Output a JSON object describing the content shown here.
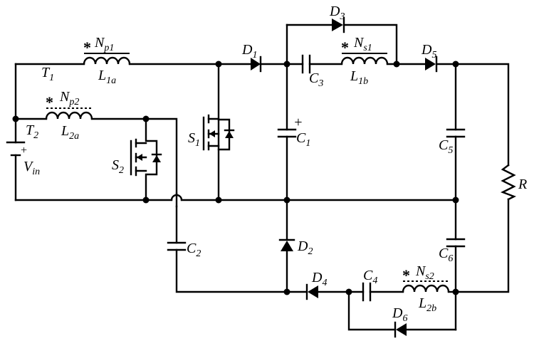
{
  "labels": {
    "Np1": {
      "main": "N",
      "sub": "p1"
    },
    "T1": {
      "main": "T",
      "sub": "1"
    },
    "L1a": {
      "main": "L",
      "sub": "1a"
    },
    "Np2": {
      "main": "N",
      "sub": "p2"
    },
    "T2": {
      "main": "T",
      "sub": "2"
    },
    "L2a": {
      "main": "L",
      "sub": "2a"
    },
    "Vin": {
      "main": "V",
      "sub": "in"
    },
    "S1": {
      "main": "S",
      "sub": "1"
    },
    "S2": {
      "main": "S",
      "sub": "2"
    },
    "D1": {
      "main": "D",
      "sub": "1"
    },
    "D2": {
      "main": "D",
      "sub": "2"
    },
    "D3": {
      "main": "D",
      "sub": "3"
    },
    "D4": {
      "main": "D",
      "sub": "4"
    },
    "D5": {
      "main": "D",
      "sub": "5"
    },
    "D6": {
      "main": "D",
      "sub": "6"
    },
    "C1": {
      "main": "C",
      "sub": "1"
    },
    "C2": {
      "main": "C",
      "sub": "2"
    },
    "C3": {
      "main": "C",
      "sub": "3"
    },
    "C4": {
      "main": "C",
      "sub": "4"
    },
    "C5": {
      "main": "C",
      "sub": "5"
    },
    "C6": {
      "main": "C",
      "sub": "6"
    },
    "Ns1": {
      "main": "N",
      "sub": "s1"
    },
    "L1b": {
      "main": "L",
      "sub": "1b"
    },
    "Ns2": {
      "main": "N",
      "sub": "s2"
    },
    "L2b": {
      "main": "L",
      "sub": "2b"
    },
    "R": {
      "main": "R",
      "sub": ""
    }
  },
  "symbols": {
    "dot_mark": "*",
    "plus_mark": "+"
  }
}
